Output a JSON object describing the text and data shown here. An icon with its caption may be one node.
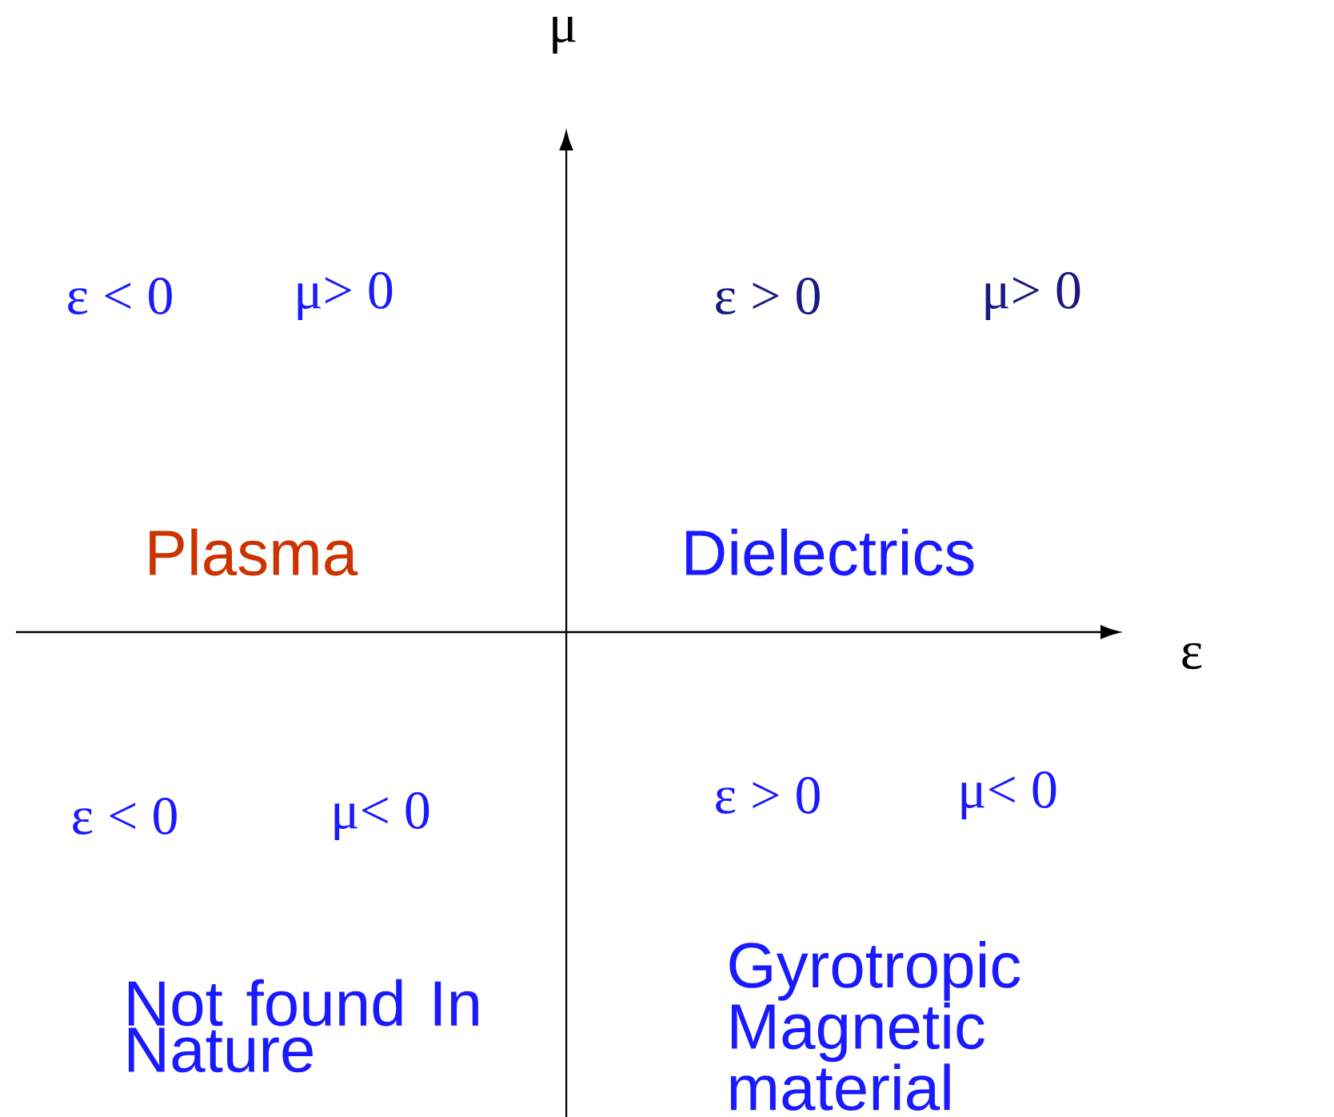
{
  "diagram": {
    "labels": [
      "μ",
      "ε < 0",
      "μ> 0",
      "ε > 0",
      "μ> 0",
      "Plasma",
      "Dielectrics",
      "ε",
      "ε < 0",
      "μ< 0",
      "ε > 0",
      "μ< 0",
      "Not found In Nature",
      "Gyrotropic Magnetic material"
    ]
  }
}
